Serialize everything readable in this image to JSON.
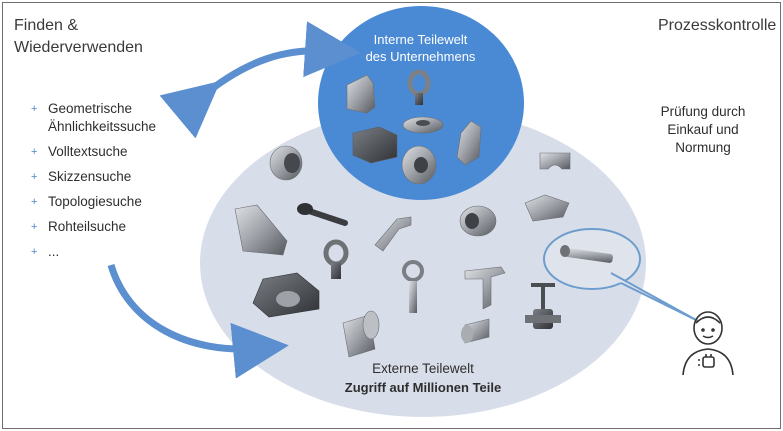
{
  "left_title": [
    "Finden &",
    "Wiederverwenden"
  ],
  "search_items": [
    {
      "bullet": "+",
      "lines": [
        "Geometrische",
        "Ähnlichkeitssuche"
      ]
    },
    {
      "bullet": "+",
      "lines": [
        "Volltextsuche"
      ]
    },
    {
      "bullet": "+",
      "lines": [
        "Skizzensuche"
      ]
    },
    {
      "bullet": "+",
      "lines": [
        "Topologiesuche"
      ]
    },
    {
      "bullet": "+",
      "lines": [
        "Rohteilsuche"
      ]
    },
    {
      "bullet": "+",
      "lines": [
        "..."
      ]
    }
  ],
  "right_title": "Prozesskontrolle",
  "pruefung": [
    "Prüfung durch",
    "Einkauf und",
    "Normung"
  ],
  "intern": [
    "Interne Teilewelt",
    "des Unternehmens"
  ],
  "extern": {
    "line1": "Externe Teilewelt",
    "line2": "Zugriff auf Millionen Teile"
  },
  "colors": {
    "arrow": "#5b8fd0",
    "intern_fill": "#4a8ad4",
    "extern_fill": "#d8dee9",
    "bubble_stroke": "#6d9ccf",
    "part_dark": "#4a4d52",
    "part_light": "#b9bcc1"
  },
  "icons": [
    "person-icon",
    "mechanical-part-icons"
  ]
}
